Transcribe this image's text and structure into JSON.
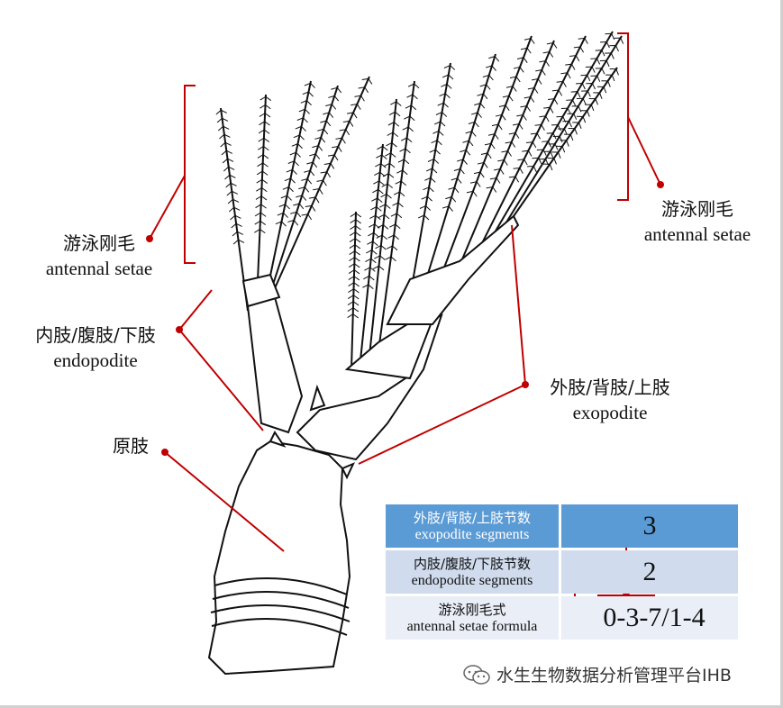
{
  "labels": {
    "setae_left": {
      "zh": "游泳刚毛",
      "en": "antennal setae"
    },
    "setae_right": {
      "zh": "游泳刚毛",
      "en": "antennal setae"
    },
    "endopodite": {
      "zh": "内肢/腹肢/下肢",
      "en": "endopodite"
    },
    "exopodite": {
      "zh": "外肢/背肢/上肢",
      "en": "exopodite"
    },
    "protopodite": {
      "zh": "原肢"
    }
  },
  "table": {
    "rows": [
      {
        "zh": "外肢/背肢/上肢节数",
        "en": "exopodite segments",
        "value": "3"
      },
      {
        "zh": "内肢/腹肢/下肢节数",
        "en": "endopodite segments",
        "value": "2"
      },
      {
        "zh": "游泳刚毛式",
        "en": "antennal setae formula",
        "value_exo": "0-3-7/",
        "value_endo": "1-4"
      }
    ]
  },
  "watermark": {
    "text": "水生生物数据分析管理平台IHB",
    "icon": "wechat-icon"
  },
  "colors": {
    "annotation": "#c00000",
    "header_row": "#5b9bd5",
    "row2": "#d0dcee",
    "row3": "#e9eef7"
  }
}
